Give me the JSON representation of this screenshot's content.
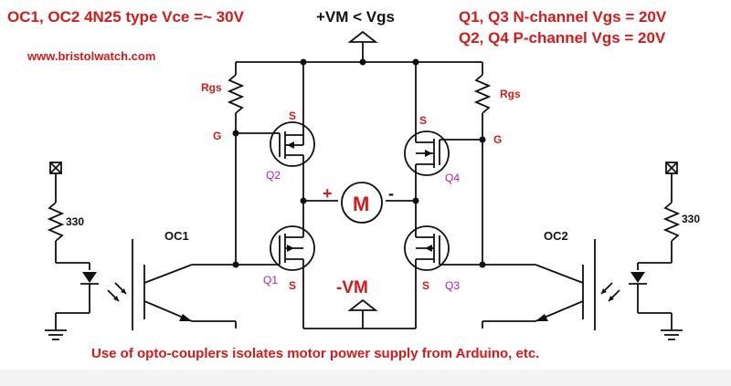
{
  "colors": {
    "label": "#d41a1a",
    "wire": "#111111",
    "transistor_name": "#b020b0"
  },
  "header": {
    "left_title": "OC1, OC2 4N25 type Vce =~ 30V",
    "website": "www.bristolwatch.com",
    "supply_pos": "+VM < Vgs",
    "right_line1": "Q1, Q3 N-channel Vgs = 20V",
    "right_line2": "Q2, Q4 P-channel Vgs = 20V"
  },
  "components": {
    "rgs_left": "Rgs",
    "rgs_right": "Rgs",
    "gate_left": "G",
    "gate_right": "G",
    "source_q2": "S",
    "source_q4": "S",
    "source_q1": "S",
    "source_q3": "S",
    "q1": "Q1",
    "q2": "Q2",
    "q3": "Q3",
    "q4": "Q4",
    "motor": "M",
    "motor_plus": "+",
    "motor_minus": "-",
    "supply_neg": "-VM",
    "r330_left": "330",
    "r330_right": "330",
    "oc1": "OC1",
    "oc2": "OC2"
  },
  "footer": {
    "caption": "Use of opto-couplers isolates motor power supply from Arduino, etc."
  }
}
